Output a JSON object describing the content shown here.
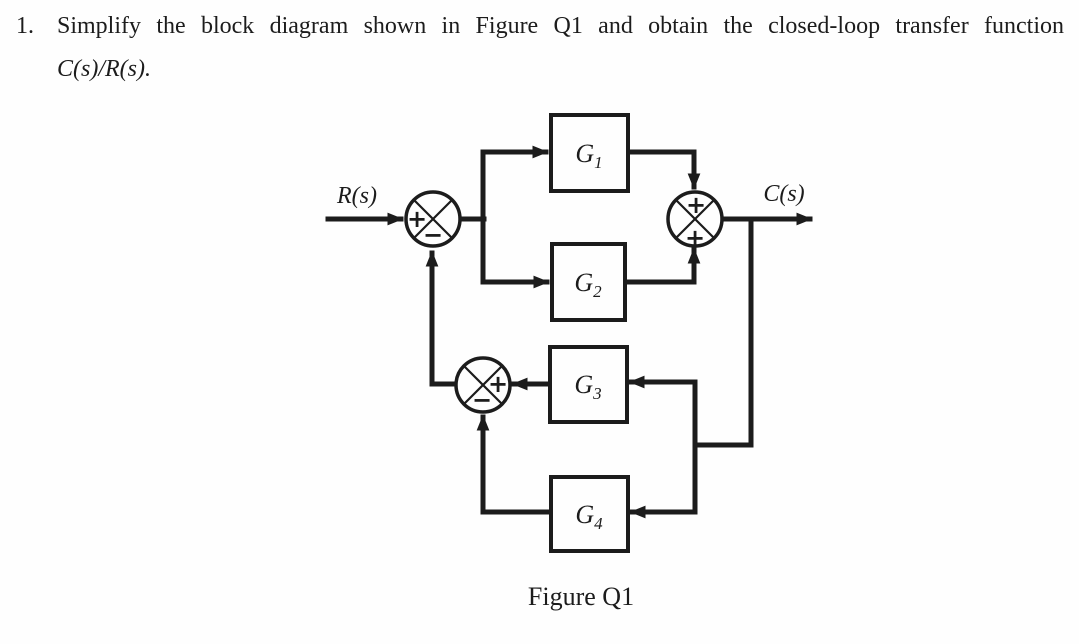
{
  "question": {
    "number": "1.",
    "line1": "Simplify the block diagram shown in Figure Q1 and obtain the closed-loop transfer function",
    "line2": "C(s)/R(s)."
  },
  "diagram": {
    "input_label": "R(s)",
    "output_label": "C(s)",
    "blocks": [
      {
        "label": "G",
        "sub": "1"
      },
      {
        "label": "G",
        "sub": "2"
      },
      {
        "label": "G",
        "sub": "3"
      },
      {
        "label": "G",
        "sub": "4"
      }
    ],
    "junctions": [
      {
        "name": "input-summing-junction",
        "signs": [
          "+",
          "−"
        ]
      },
      {
        "name": "output-summing-junction",
        "signs": [
          "+",
          "+"
        ]
      },
      {
        "name": "feedback-summing-junction",
        "signs": [
          "+",
          "−"
        ]
      }
    ],
    "caption": "Figure Q1",
    "ink_color": "#1c1c1c",
    "paper_color": "#fefefe"
  }
}
